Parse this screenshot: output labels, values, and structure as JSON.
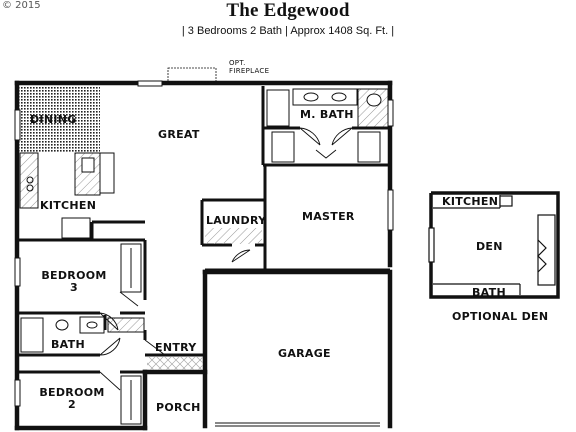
{
  "header": {
    "copyright": "© 2015",
    "title": "The Edgewood",
    "subtitle": "| 3 Bedrooms 2 Bath | Approx 1408 Sq. Ft. |"
  },
  "rooms": {
    "dining": "DINING",
    "great": "GREAT",
    "m_bath": "M. BATH",
    "kitchen": "KITCHEN",
    "laundry": "LAUNDRY",
    "master": "MASTER",
    "bedroom3_line1": "BEDROOM",
    "bedroom3_line2": "3",
    "bath": "BATH",
    "entry": "ENTRY",
    "garage": "GARAGE",
    "bedroom2_line1": "BEDROOM",
    "bedroom2_line2": "2",
    "porch": "PORCH",
    "opt_fireplace_line1": "OPT.",
    "opt_fireplace_line2": "FIREPLACE"
  },
  "optional_den": {
    "kitchen": "KITCHEN",
    "den": "DEN",
    "bath": "BATH",
    "caption": "OPTIONAL DEN"
  }
}
